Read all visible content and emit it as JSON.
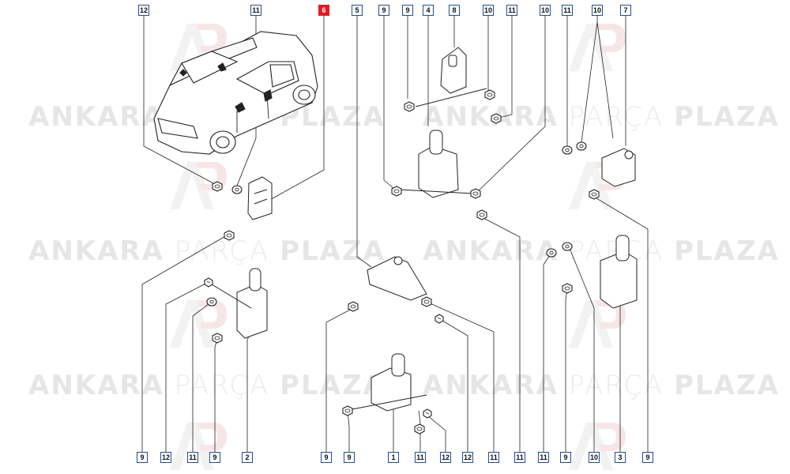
{
  "watermark": {
    "brand_a": "ANKARA",
    "brand_b": "PARÇA",
    "brand_c": "PLAZA"
  },
  "callouts": {
    "top": [
      "12",
      "11",
      "6",
      "5",
      "9",
      "9",
      "4",
      "8",
      "10",
      "11",
      "10",
      "11",
      "10",
      "7"
    ],
    "bottom": [
      "9",
      "12",
      "11",
      "9",
      "2",
      "9",
      "9",
      "1",
      "11",
      "12",
      "12",
      "11",
      "11",
      "11",
      "9",
      "10",
      "3",
      "9"
    ]
  },
  "active_part": "6",
  "colors": {
    "callout_border": "#1f4e9a",
    "callout_active": "#e01b24",
    "line": "#222222"
  }
}
